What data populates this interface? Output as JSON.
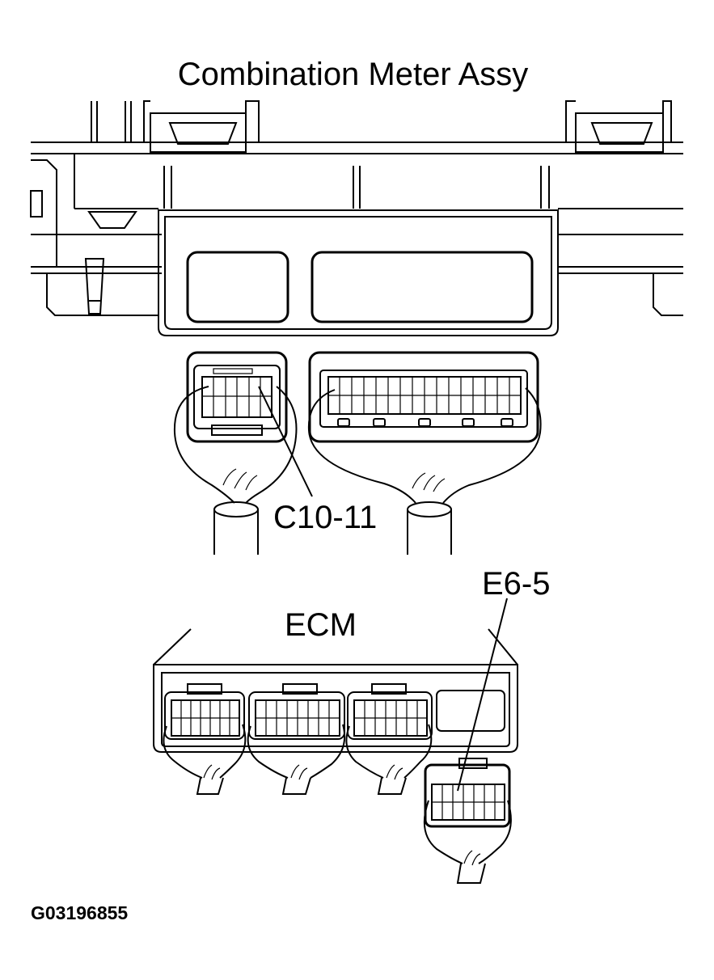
{
  "title": "Combination Meter Assy",
  "labels": {
    "meter_connector": "C10-11",
    "ecm_connector": "E6-5",
    "ecm": "ECM"
  },
  "figure_code": "G03196855"
}
